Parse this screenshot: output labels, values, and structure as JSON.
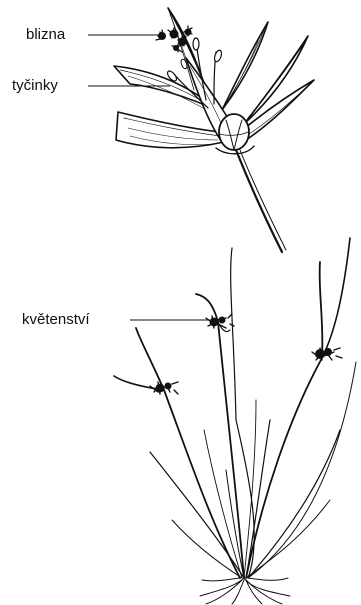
{
  "labels": {
    "stigma": "blizna",
    "stamens": "tyčinky",
    "inflorescence": "květenství"
  },
  "colors": {
    "ink": "#111111",
    "background": "#ffffff"
  }
}
